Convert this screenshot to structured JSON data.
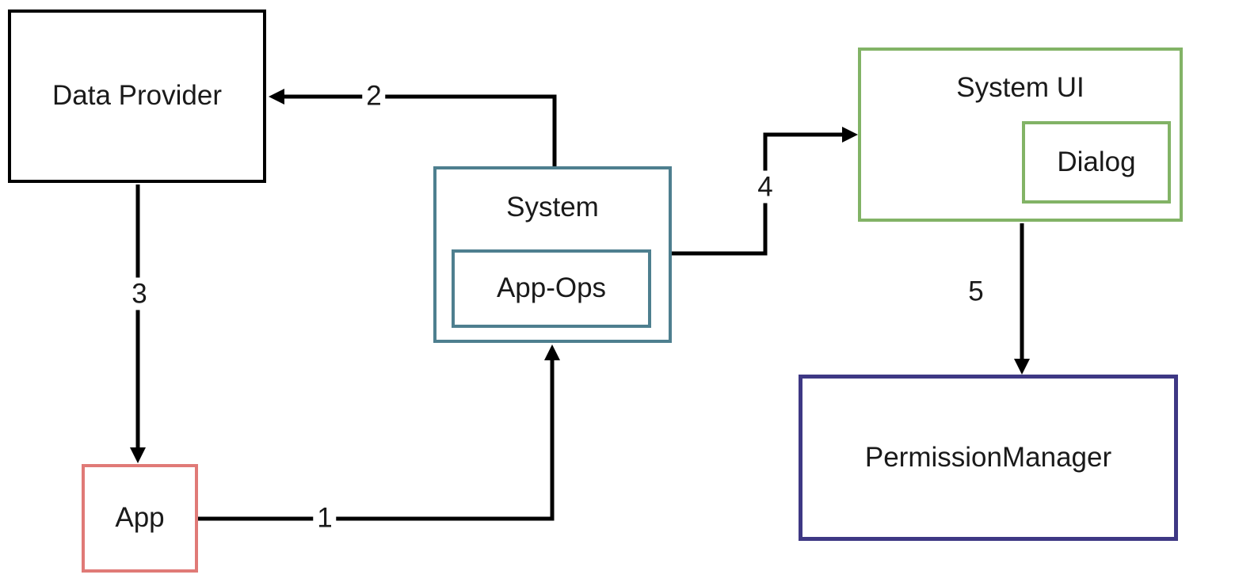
{
  "nodes": {
    "data_provider": {
      "label": "Data Provider",
      "border": "#000000"
    },
    "system": {
      "label": "System",
      "border": "#4e7f8f"
    },
    "app_ops": {
      "label": "App-Ops",
      "border": "#4e7f8f"
    },
    "system_ui": {
      "label": "System UI",
      "border": "#82b366"
    },
    "dialog": {
      "label": "Dialog",
      "border": "#82b366"
    },
    "permission_manager": {
      "label": "PermissionManager",
      "border": "#3e3884"
    },
    "app": {
      "label": "App",
      "border": "#e07a77"
    }
  },
  "edges": {
    "e1": {
      "label": "1",
      "from": "App",
      "to": "System"
    },
    "e2": {
      "label": "2",
      "from": "System",
      "to": "Data Provider"
    },
    "e3": {
      "label": "3",
      "from": "Data Provider",
      "to": "App"
    },
    "e4": {
      "label": "4",
      "from": "System",
      "to": "System UI"
    },
    "e5": {
      "label": "5",
      "from": "System UI",
      "to": "PermissionManager"
    }
  },
  "arrow_color": "#000000",
  "background_color": "#ffffff"
}
